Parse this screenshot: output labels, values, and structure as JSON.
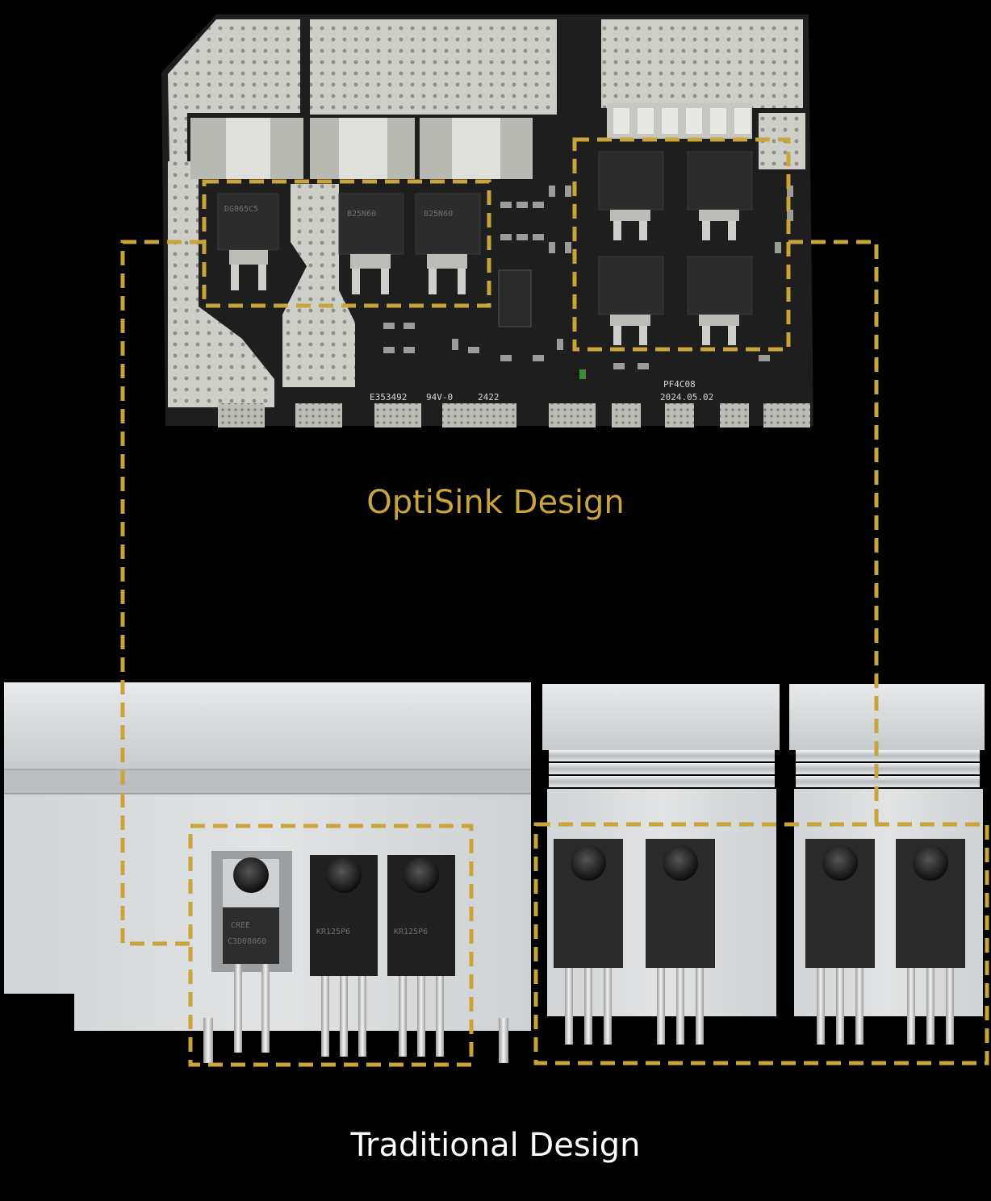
{
  "captions": {
    "optisink": "OptiSink Design",
    "traditional": "Traditional Design"
  },
  "pcb_markings": {
    "date_code": "2024.05.02",
    "board_code": "PF4C08",
    "cert": "E353492",
    "rating": "94V-0",
    "num": "2422"
  },
  "chip_markings": {
    "smd_1": "DG065C5",
    "smd_2": "B25N60",
    "smd_3": "B25N60",
    "to220_1": "CREE",
    "to220_1_part": "C3D08060",
    "to220_2": "KR125P6",
    "to220_3": "KR125P6"
  },
  "colors": {
    "accent_gold": "#c9a43b",
    "background": "#000000",
    "pcb": "#1e1e1e",
    "copper_pad": "#cfcfcb",
    "heatsink": "#d9dcde",
    "caption_white": "#ffffff"
  }
}
